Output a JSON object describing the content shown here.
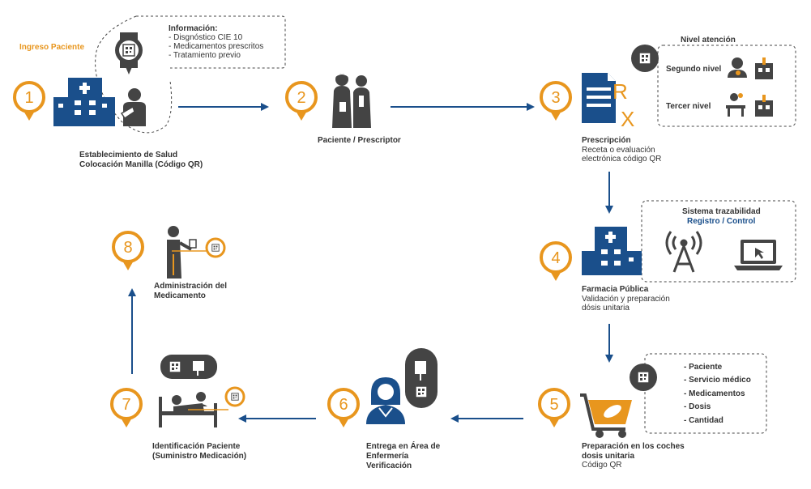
{
  "intake_label": "Ingreso Paciente",
  "info": {
    "title": "Información:",
    "items": [
      "- Disgnóstico CIE 10",
      "- Medicamentos prescritos",
      "- Tratamiento previo"
    ]
  },
  "care_level": {
    "title": "Nivel atención",
    "second": "Segundo nivel",
    "third": "Tercer nivel"
  },
  "traceability": {
    "title": "Sistema trazabilidad",
    "subtitle": "Registro / Control"
  },
  "checklist": [
    "- Paciente",
    "- Servicio médico",
    "- Medicamentos",
    "- Dosis",
    "- Cantidad"
  ],
  "steps": [
    {
      "number": "1",
      "lines": [
        "Establecimiento de Salud",
        "Colocación Manilla (Código QR)"
      ]
    },
    {
      "number": "2",
      "lines": [
        "Paciente / Prescriptor"
      ]
    },
    {
      "number": "3",
      "title": "Prescripción",
      "lines": [
        "Receta o evaluación",
        "electrónica código QR"
      ]
    },
    {
      "number": "4",
      "title": "Farmacia Pública",
      "lines": [
        "Validación y preparación",
        "dósis unitaria"
      ]
    },
    {
      "number": "5",
      "title": "Preparación en los coches",
      "lines": [
        "dosis unitaria",
        "Código QR"
      ]
    },
    {
      "number": "6",
      "lines": [
        "Entrega en Área de",
        "Enfermería",
        "Verificación"
      ]
    },
    {
      "number": "7",
      "lines": [
        "Identificación Paciente",
        "(Suministro Medicación)"
      ]
    },
    {
      "number": "8",
      "lines": [
        "Administración del",
        "Medicamento"
      ]
    }
  ],
  "colors": {
    "accent": "#e8961e",
    "primary": "#1a4f8b",
    "dark": "#444444"
  }
}
